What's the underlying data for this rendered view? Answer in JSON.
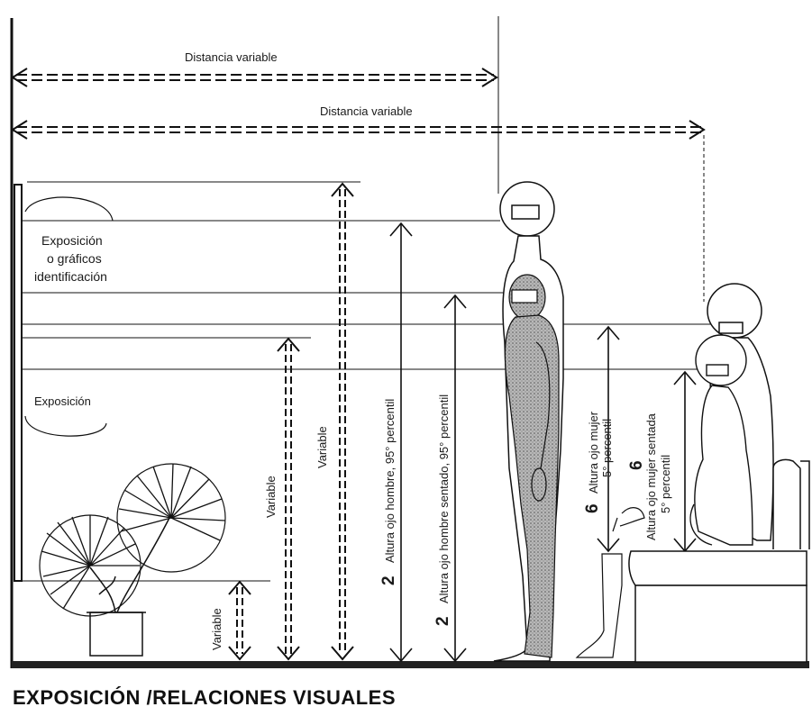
{
  "caption": "EXPOSICIÓN /RELACIONES VISUALES",
  "labels": {
    "distance_top": "Distancia variable",
    "distance_second": "Distancia variable",
    "display_upper_line1": "Exposición",
    "display_upper_line2": "o gráficos",
    "display_upper_line3": "identificación",
    "display_lower": "Exposición",
    "variable_short": "Variable",
    "variable_mid": "Variable",
    "variable_tall": "Variable",
    "man_standing_num": "2",
    "man_standing": "Altura ojo hombre, 95° percentil",
    "man_seated_num": "2",
    "man_seated": "Altura ojo hombre sentado, 95° percentil",
    "woman_standing_num": "6",
    "woman_standing_line1": "Altura ojo mujer",
    "woman_standing_line2": "5° percentil",
    "woman_seated_num": "6",
    "woman_seated_line1": "Altura ojo mujer sentada",
    "woman_seated_line2": "5° percentil"
  },
  "colors": {
    "ink": "#1a1a1a",
    "figure_fill": "#9a9a9a",
    "background": "#ffffff"
  }
}
